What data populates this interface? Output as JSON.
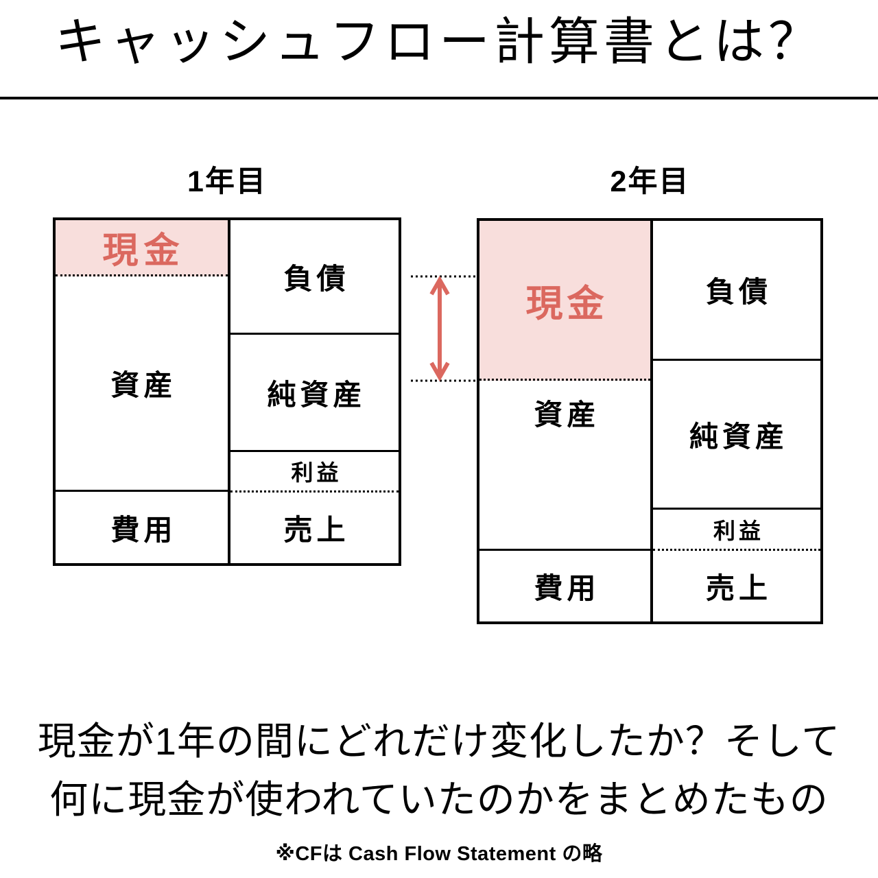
{
  "title": "キャッシュフロー計算書とは？",
  "diagram": {
    "year1": {
      "label": "1年目",
      "cells": {
        "cash": "現金",
        "assets": "資産",
        "expenses": "費用",
        "liabilities": "負債",
        "net_assets": "純資産",
        "profit": "利益",
        "sales": "売上"
      }
    },
    "year2": {
      "label": "2年目",
      "cells": {
        "cash": "現金",
        "assets": "資産",
        "expenses": "費用",
        "liabilities": "負債",
        "net_assets": "純資産",
        "profit": "利益",
        "sales": "売上"
      }
    },
    "colors": {
      "cash_highlight_bg": "#f8dedc",
      "cash_highlight_text": "#db685f",
      "arrow": "#db685f",
      "line": "#000000"
    }
  },
  "description": {
    "line1": "現金が1年の間にどれだけ変化したか？そして",
    "line2": "何に現金が使われていたのかをまとめたもの"
  },
  "footnote": "※CFは Cash Flow Statement の略"
}
